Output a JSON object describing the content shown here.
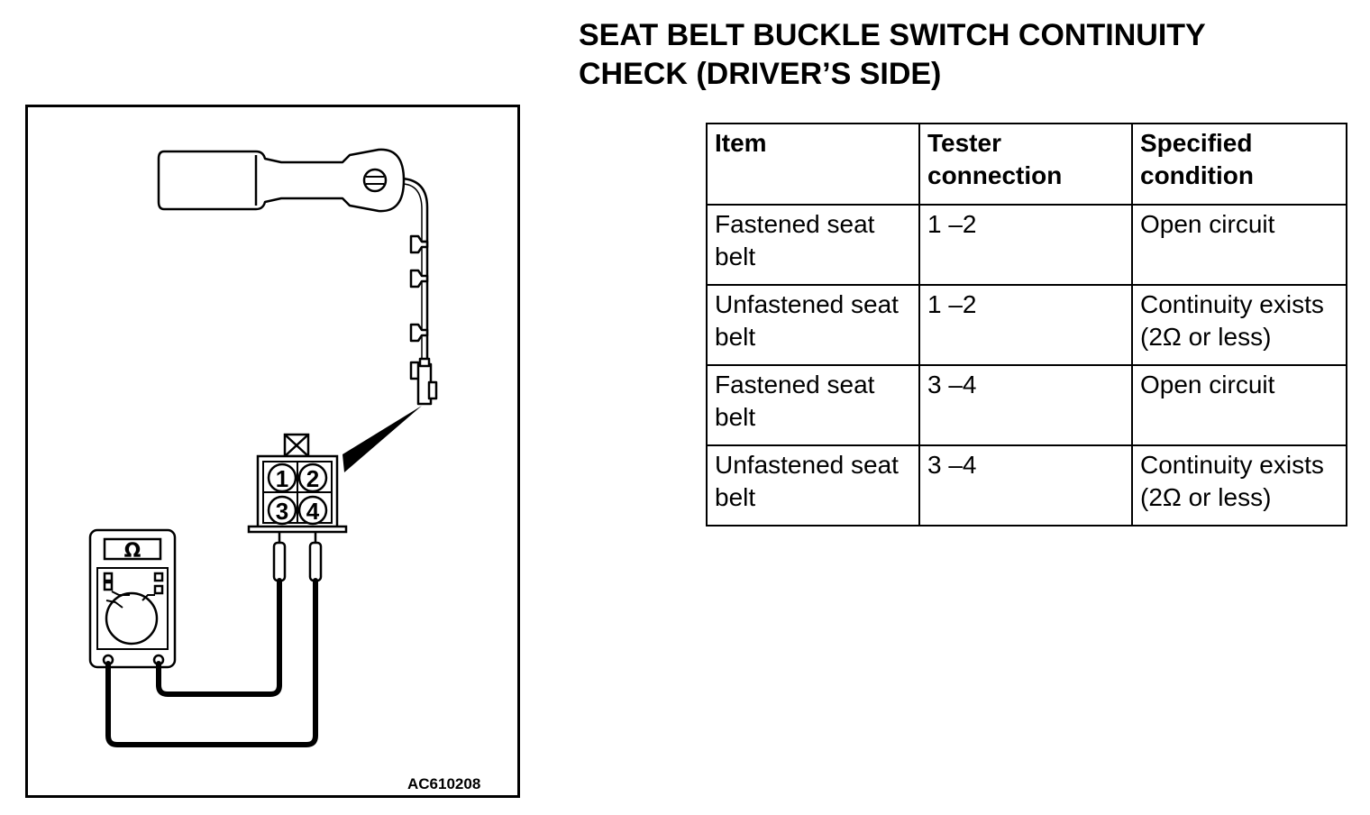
{
  "title": {
    "line1": "SEAT BELT BUCKLE SWITCH CONTINUITY",
    "line2": "CHECK (DRIVER’S SIDE)"
  },
  "figure": {
    "code": "AC610208",
    "tester_symbol": "Ω",
    "terminals": [
      "1",
      "2",
      "3",
      "4"
    ],
    "icons": [
      "seat-belt-buckle-icon",
      "connector-icon",
      "ohmmeter-icon"
    ]
  },
  "table": {
    "headers": [
      "Item",
      "Tester connection",
      "Specified condition"
    ],
    "rows": [
      [
        "Fastened seat belt",
        "1 –2",
        "Open circuit"
      ],
      [
        "Unfastened seat belt",
        "1 –2",
        "Continuity exists (2Ω or less)"
      ],
      [
        "Fastened seat belt",
        "3 –4",
        "Open circuit"
      ],
      [
        "Unfastened seat belt",
        "3 –4",
        "Continuity exists (2Ω or less)"
      ]
    ]
  }
}
